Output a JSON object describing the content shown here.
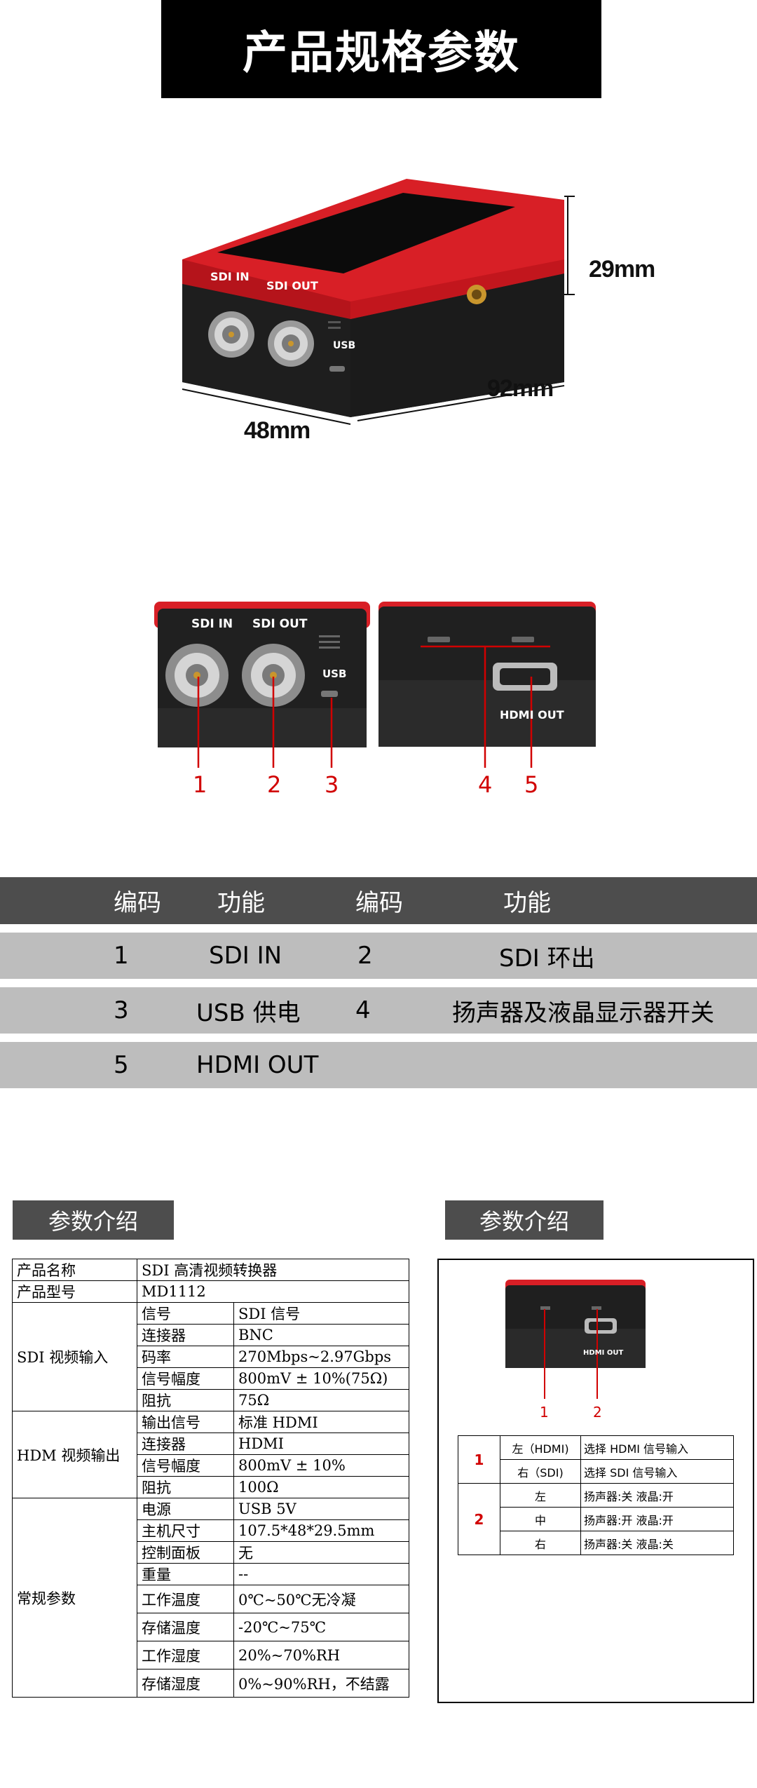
{
  "page_title": "产品规格参数",
  "device_top": {
    "labels": {
      "sdi_in": "SDI IN",
      "sdi_out": "SDI OUT",
      "usb": "USB"
    },
    "dimensions": {
      "height": "29mm",
      "length": "92mm",
      "width": "48mm"
    }
  },
  "device_ports": {
    "front_labels": {
      "sdi_in": "SDI IN",
      "sdi_out": "SDI OUT",
      "usb": "USB"
    },
    "back_labels": {
      "hdmi_out": "HDMI OUT"
    },
    "callouts": [
      "1",
      "2",
      "3",
      "4",
      "5"
    ]
  },
  "code_table": {
    "headers": [
      "编码",
      "功能",
      "编码",
      "功能"
    ],
    "rows": [
      [
        "1",
        "SDI IN",
        "2",
        "SDI 环出"
      ],
      [
        "3",
        "USB 供电",
        "4",
        "扬声器及液晶显示器开关"
      ],
      [
        "5",
        "HDMI OUT",
        "",
        ""
      ]
    ]
  },
  "params_left": {
    "header": "参数介绍",
    "product_name_label": "产品名称",
    "product_name": "SDI 高清视频转换器",
    "model_label": "产品型号",
    "model": "MD1112",
    "groups": [
      {
        "name": "SDI 视频输入",
        "rows": [
          [
            "信号",
            "SDI 信号"
          ],
          [
            "连接器",
            "BNC"
          ],
          [
            "码率",
            "270Mbps~2.97Gbps"
          ],
          [
            "信号幅度",
            "800mV ± 10%(75Ω)"
          ],
          [
            "阻抗",
            "75Ω"
          ]
        ]
      },
      {
        "name": "HDM 视频输出",
        "rows": [
          [
            "输出信号",
            "标准 HDMI"
          ],
          [
            "连接器",
            "HDMI"
          ],
          [
            "信号幅度",
            "800mV ± 10%"
          ],
          [
            "阻抗",
            "100Ω"
          ]
        ]
      },
      {
        "name": "常规参数",
        "rows": [
          [
            "电源",
            "USB 5V"
          ],
          [
            "主机尺寸",
            "107.5*48*29.5mm"
          ],
          [
            "控制面板",
            "无"
          ],
          [
            "重量",
            "--"
          ],
          [
            "工作温度",
            "0℃~50℃无冷凝"
          ],
          [
            "存储温度",
            "-20℃~75℃"
          ],
          [
            "工作湿度",
            "20%~70%RH"
          ],
          [
            "存储湿度",
            "0%~90%RH，不结露"
          ]
        ]
      }
    ]
  },
  "params_right": {
    "header": "参数介绍",
    "device_label": "HDMI OUT",
    "callouts": [
      "1",
      "2"
    ],
    "switch_table": [
      {
        "code": "1",
        "rows": [
          [
            "左（HDMI)",
            "选择 HDMI 信号输入"
          ],
          [
            "右（SDI)",
            "选择 SDI 信号输入"
          ]
        ]
      },
      {
        "code": "2",
        "rows": [
          [
            "左",
            "扬声器:关 液晶:开"
          ],
          [
            "中",
            "扬声器:开 液晶:开"
          ],
          [
            "右",
            "扬声器:关 液晶:关"
          ]
        ]
      }
    ]
  },
  "colors": {
    "accent_red": "#d81f26",
    "callout_red": "#d10000",
    "header_gray": "#4d4d4d",
    "row_gray": "#bdbdbd"
  }
}
